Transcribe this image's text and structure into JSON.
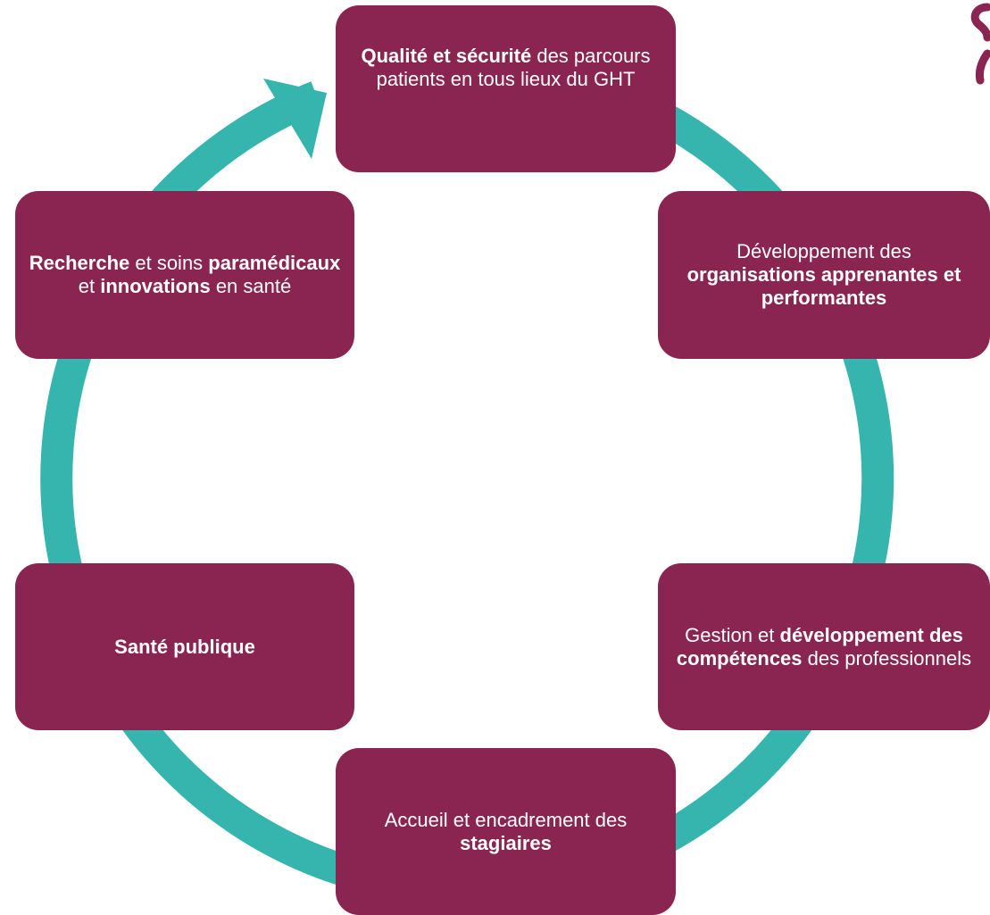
{
  "colors": {
    "ring": "#36b5ae",
    "box": "#8a2552",
    "text": "#ffffff"
  },
  "icons": {
    "flow": "cycle-arrow-icon",
    "corner": "logo-fragment-icon"
  },
  "nodes": [
    {
      "id": "top",
      "segments": [
        {
          "b": true,
          "t": "Qualité et sécurité"
        },
        {
          "b": false,
          "t": " des parcours patients en tous lieux du GHT"
        }
      ]
    },
    {
      "id": "r1",
      "segments": [
        {
          "b": false,
          "t": "Développement des "
        },
        {
          "b": true,
          "t": "organisations apprenantes et performantes"
        }
      ]
    },
    {
      "id": "r2",
      "segments": [
        {
          "b": false,
          "t": "Gestion et "
        },
        {
          "b": true,
          "t": "développement des compétences"
        },
        {
          "b": false,
          "t": " des professionnels"
        }
      ]
    },
    {
      "id": "bottom",
      "segments": [
        {
          "b": false,
          "t": "Accueil et encadrement des "
        },
        {
          "b": true,
          "t": "stagiaires"
        }
      ]
    },
    {
      "id": "l2",
      "segments": [
        {
          "b": true,
          "t": "Santé publique"
        }
      ]
    },
    {
      "id": "l1",
      "segments": [
        {
          "b": true,
          "t": "Recherche"
        },
        {
          "b": false,
          "t": " et soins "
        },
        {
          "b": true,
          "t": "paramédicaux"
        },
        {
          "b": false,
          "t": " et "
        },
        {
          "b": true,
          "t": "innovations"
        },
        {
          "b": false,
          "t": " en santé"
        }
      ]
    }
  ]
}
